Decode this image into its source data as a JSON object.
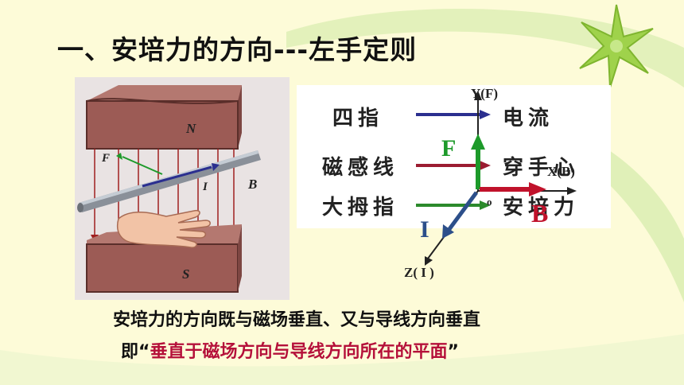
{
  "title": "一、安培力的方向---左手定则",
  "figure": {
    "label_N": "N",
    "label_S": "S",
    "label_F": "F",
    "label_I": "I",
    "label_B": "B"
  },
  "rule": {
    "rows": [
      {
        "left": "四指",
        "right": "电流",
        "color": "#2b2f8f"
      },
      {
        "left": "磁感线",
        "right": "穿手心",
        "color": "#9b1c31"
      },
      {
        "left": "大拇指",
        "right": "安培力",
        "color": "#2c8a2c"
      }
    ],
    "axis_y": "Y(F)",
    "axis_x": "X(B)",
    "axis_z": "Z( I )",
    "origin": "o",
    "letter_F": "F",
    "letter_B": "B",
    "letter_I": "I"
  },
  "description": {
    "line1": "安培力的方向既与磁场垂直、又与导线方向垂直",
    "line2_prefix": "即“",
    "line2_highlight": "垂直于磁场方向与导线方向所在的平面",
    "line2_suffix": "”"
  },
  "colors": {
    "background": "#fdfbd8",
    "swoosh": "#cfe7a2",
    "star": "#9fd24b",
    "magnet": "#9c5b55",
    "field_line": "#a01f1f",
    "green_arrow": "#1d9a2a",
    "red_arrow": "#c0122b",
    "blue_arrow": "#2c4f8a"
  }
}
